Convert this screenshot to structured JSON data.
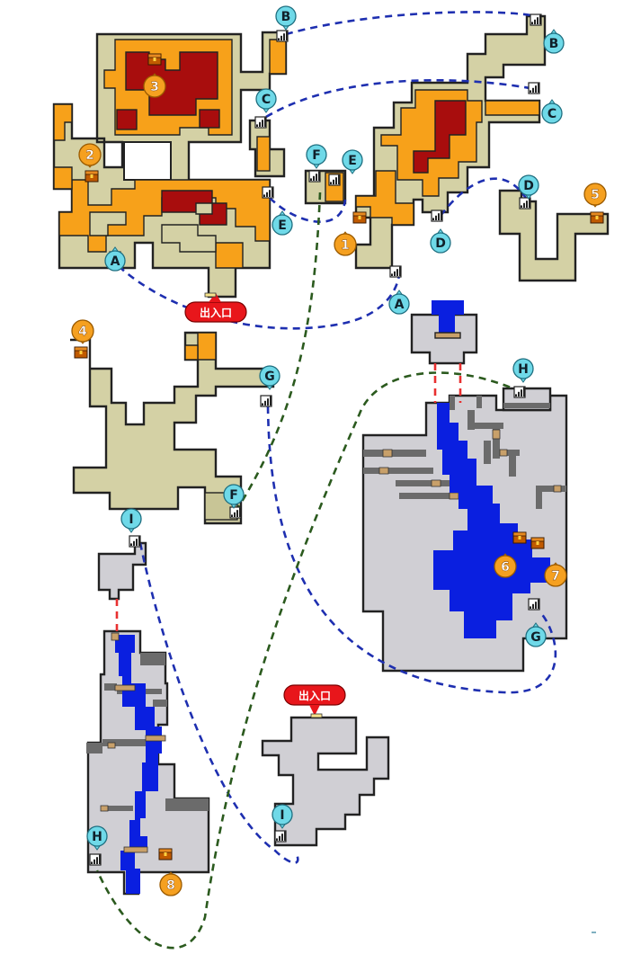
{
  "colors": {
    "corridor": "#d4d1a5",
    "corridor_dark": "#c8c596",
    "orange_room": "#f7a11a",
    "dark_red_room": "#a80d0d",
    "cave_floor": "#d0cfd4",
    "wall_grey": "#6b6b6b",
    "water_blue": "#0a1fe0",
    "warp_badge": "#6fd9e8",
    "treasure_badge": "#f5a020",
    "exit_badge": "#e8161b",
    "route_blue": "#1e2fb0",
    "route_green": "#2b5a1e",
    "route_red": "#e83030"
  },
  "exits": [
    {
      "id": "exit-top",
      "label": "出入口"
    },
    {
      "id": "exit-bottom",
      "label": "出入口"
    }
  ],
  "warps": [
    "A",
    "B",
    "C",
    "D",
    "E",
    "F",
    "G",
    "H",
    "I"
  ],
  "treasures": [
    "1",
    "2",
    "3",
    "4",
    "5",
    "6",
    "7",
    "8"
  ],
  "badges": {
    "warp": [
      {
        "key": "B1",
        "label": "B",
        "icon": "stairs-icon"
      },
      {
        "key": "B2",
        "label": "B",
        "icon": "stairs-icon"
      },
      {
        "key": "C1",
        "label": "C",
        "icon": "stairs-icon"
      },
      {
        "key": "C2",
        "label": "C",
        "icon": "stairs-icon"
      },
      {
        "key": "F1",
        "label": "F",
        "icon": "stairs-icon"
      },
      {
        "key": "E1",
        "label": "E",
        "icon": "stairs-icon"
      },
      {
        "key": "D1",
        "label": "D",
        "icon": "stairs-icon"
      },
      {
        "key": "E2",
        "label": "E",
        "icon": "stairs-icon"
      },
      {
        "key": "D2",
        "label": "D",
        "icon": "stairs-icon"
      },
      {
        "key": "A1",
        "label": "A",
        "icon": "stairs-icon"
      },
      {
        "key": "A2",
        "label": "A",
        "icon": "stairs-icon"
      },
      {
        "key": "G1",
        "label": "G",
        "icon": "stairs-icon"
      },
      {
        "key": "H1",
        "label": "H",
        "icon": "stairs-icon"
      },
      {
        "key": "F2",
        "label": "F",
        "icon": "stairs-icon"
      },
      {
        "key": "I1",
        "label": "I",
        "icon": "stairs-icon"
      },
      {
        "key": "G2",
        "label": "G",
        "icon": "stairs-icon"
      },
      {
        "key": "I2",
        "label": "I",
        "icon": "stairs-icon"
      },
      {
        "key": "H2",
        "label": "H",
        "icon": "stairs-icon"
      }
    ],
    "treasure": [
      {
        "key": "T3",
        "label": "3",
        "icon": "treasure-chest-icon"
      },
      {
        "key": "T2",
        "label": "2",
        "icon": "treasure-chest-icon"
      },
      {
        "key": "T5",
        "label": "5",
        "icon": "treasure-chest-icon"
      },
      {
        "key": "T1",
        "label": "1",
        "icon": "treasure-chest-icon"
      },
      {
        "key": "T4",
        "label": "4",
        "icon": "treasure-chest-icon"
      },
      {
        "key": "T6",
        "label": "6",
        "icon": "treasure-chest-icon"
      },
      {
        "key": "T7",
        "label": "7",
        "icon": "treasure-chest-icon"
      },
      {
        "key": "T8",
        "label": "8",
        "icon": "treasure-chest-icon"
      }
    ]
  },
  "routes": [
    {
      "from": "A",
      "to": "A",
      "color": "route_blue",
      "style": "dashed"
    },
    {
      "from": "B",
      "to": "B",
      "color": "route_blue",
      "style": "dashed"
    },
    {
      "from": "C",
      "to": "C",
      "color": "route_blue",
      "style": "dashed"
    },
    {
      "from": "D",
      "to": "D",
      "color": "route_blue",
      "style": "dashed"
    },
    {
      "from": "E",
      "to": "E",
      "color": "route_blue",
      "style": "dashed"
    },
    {
      "from": "F",
      "to": "F",
      "color": "route_green",
      "style": "dashed"
    },
    {
      "from": "G",
      "to": "G",
      "color": "route_blue",
      "style": "dashed"
    },
    {
      "from": "H",
      "to": "H",
      "color": "route_green",
      "style": "dashed"
    },
    {
      "from": "I",
      "to": "I",
      "color": "route_blue",
      "style": "dashed"
    }
  ]
}
